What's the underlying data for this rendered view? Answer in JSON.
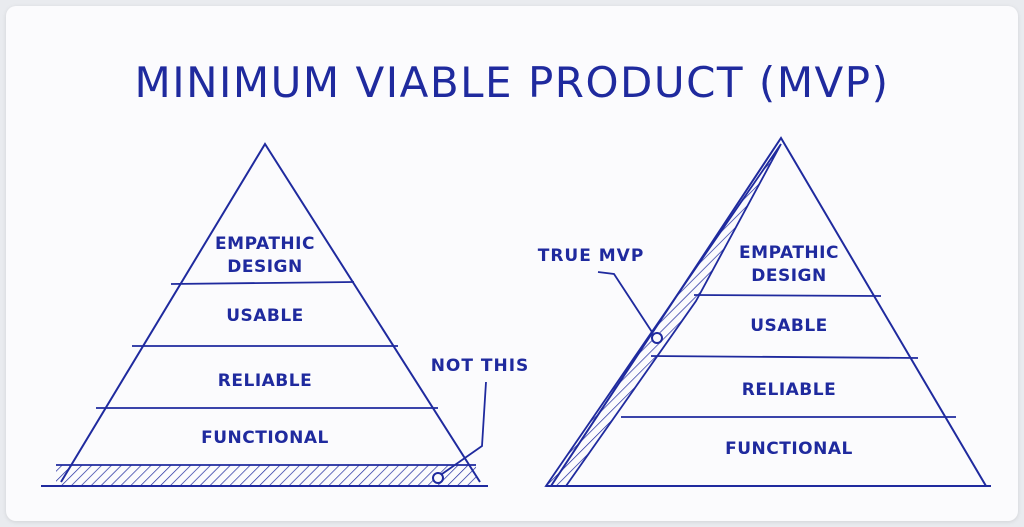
{
  "title": "MINIMUM VIABLE PRODUCT (MVP)",
  "colors": {
    "ink": "#1f2a9e",
    "background": "#fbfbfd"
  },
  "left_pyramid": {
    "layers": [
      {
        "line1": "EMPATHIC",
        "line2": "DESIGN"
      },
      {
        "line1": "USABLE"
      },
      {
        "line1": "RELIABLE"
      },
      {
        "line1": "FUNCTIONAL"
      }
    ],
    "annotation": "NOT THIS"
  },
  "right_pyramid": {
    "layers": [
      {
        "line1": "EMPATHIC",
        "line2": "DESIGN"
      },
      {
        "line1": "USABLE"
      },
      {
        "line1": "RELIABLE"
      },
      {
        "line1": "FUNCTIONAL"
      }
    ],
    "annotation": "TRUE MVP"
  }
}
